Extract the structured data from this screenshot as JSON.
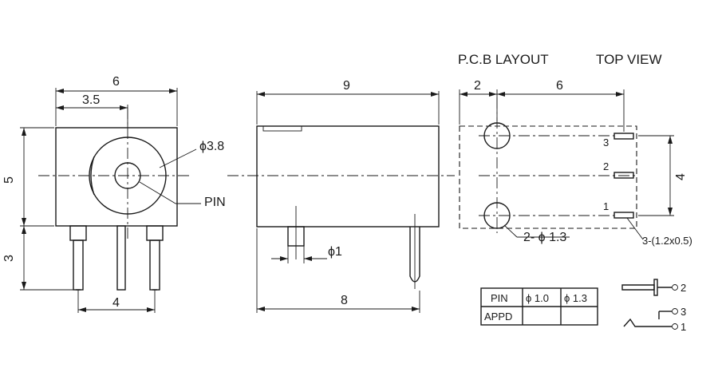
{
  "headers": {
    "pcb_layout": "P.C.B LAYOUT",
    "top_view": "TOP VIEW"
  },
  "front_view": {
    "width": "6",
    "offset": "3.5",
    "height": "5",
    "pin_length": "3",
    "pin_spacing": "4",
    "hole_diameter": "ϕ3.8",
    "pin_label": "PIN"
  },
  "side_view": {
    "body_length": "9",
    "pin_distance": "8",
    "pin_diameter": "ϕ1"
  },
  "pcb": {
    "left_spacing": "2",
    "hole_spacing": "6",
    "height": "4",
    "pad_1": "1",
    "pad_2": "2",
    "pad_3": "3",
    "mount_holes": "2- ϕ 1.3",
    "slot_size": "3-(1.2x0.5)"
  },
  "table": {
    "headers": [
      "PIN",
      "ϕ 1.0",
      "ϕ 1.3"
    ],
    "row_label": "APPD"
  },
  "schematic": {
    "terminal_2": "2",
    "terminal_3": "3",
    "terminal_1": "1"
  }
}
